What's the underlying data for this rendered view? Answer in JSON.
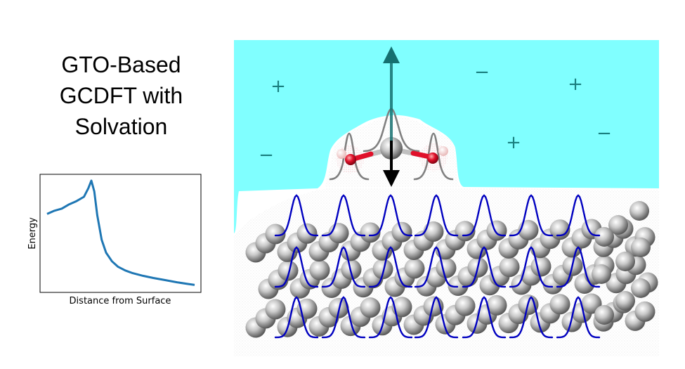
{
  "title": {
    "lines": [
      "GTO-Based",
      "GCDFT with",
      "Solvation"
    ]
  },
  "chart_data": {
    "type": "line",
    "title": "",
    "xlabel": "Distance from Surface",
    "ylabel": "Energy",
    "x_ticks": [],
    "y_ticks": [],
    "grid": false,
    "series": [
      {
        "color": "#1f77b4",
        "x": [
          0.0,
          0.05,
          0.1,
          0.15,
          0.2,
          0.25,
          0.28,
          0.3,
          0.32,
          0.34,
          0.37,
          0.4,
          0.44,
          0.48,
          0.53,
          0.58,
          0.65,
          0.72,
          0.8,
          0.88,
          0.95,
          1.0
        ],
        "y": [
          0.69,
          0.72,
          0.74,
          0.78,
          0.81,
          0.85,
          0.93,
          1.0,
          0.9,
          0.68,
          0.45,
          0.33,
          0.25,
          0.2,
          0.165,
          0.14,
          0.115,
          0.095,
          0.075,
          0.055,
          0.04,
          0.03
        ]
      }
    ]
  },
  "scene": {
    "charges": [
      "+",
      "−",
      "+",
      "−",
      "+",
      "−"
    ],
    "colors": {
      "solvent": "#80ffff",
      "charge": "#1a7f7f",
      "arrow_up": "#157070",
      "arrow_down": "#000000",
      "gto_surface": "#0000c0",
      "gto_adsorbate": "#7f7f7f",
      "oxygen": "#e0102a",
      "metal": "#9c9c9c"
    },
    "icons": [
      "dipole-arrow-up-icon",
      "dipole-arrow-down-icon",
      "adsorbate-molecule-icon",
      "metal-slab-icon"
    ]
  }
}
